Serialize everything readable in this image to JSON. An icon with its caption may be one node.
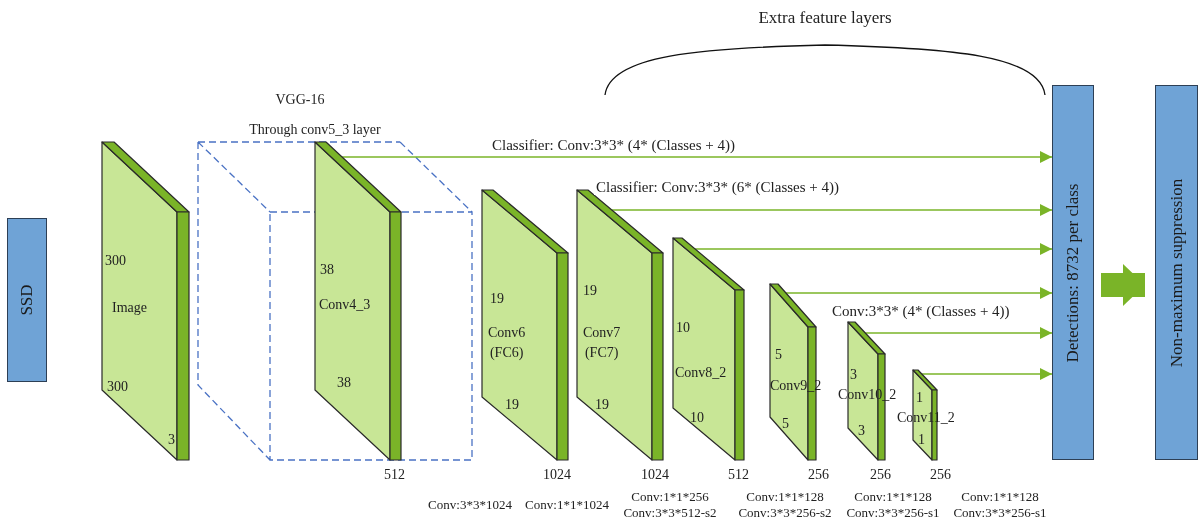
{
  "diagram": {
    "nodes": [
      {
        "text": [
          "SSD"
        ]
      },
      {
        "text": [
          "300",
          "Image",
          "300",
          "3"
        ]
      },
      {
        "text": [
          "38",
          "Conv4_3",
          "38"
        ],
        "beside": [
          "512"
        ]
      },
      {
        "text": [
          "19",
          "Conv6 (FC6)",
          "19"
        ],
        "beside": [
          "1024"
        ]
      },
      {
        "text": [
          "19",
          "Conv7 (FC7)",
          "19"
        ],
        "beside": [
          "1024"
        ]
      },
      {
        "text": [
          "10",
          "Conv8_2",
          "10"
        ],
        "beside": [
          "512"
        ]
      },
      {
        "text": [
          "5",
          "Conv9_2",
          "5"
        ],
        "beside": [
          "256"
        ]
      },
      {
        "text": [
          "3",
          "Conv10_2",
          "3"
        ],
        "beside": [
          "256"
        ]
      },
      {
        "text": [
          "1",
          "Conv11_2",
          "1"
        ],
        "beside": [
          "256"
        ]
      },
      {
        "text": [
          "Detections: 8732 per class"
        ]
      },
      {
        "text": [
          "Non-maximum suppression"
        ]
      }
    ],
    "edges": [
      {
        "from": 2,
        "to": 9,
        "arrow": "to",
        "label": "Classifier: Conv:3*3* (4* (Classes + 4))"
      },
      {
        "from": 4,
        "to": 9,
        "arrow": "to",
        "label": "Classifier: Conv:3*3* (6* (Classes + 4))"
      },
      {
        "from": 5,
        "to": 9,
        "arrow": "to"
      },
      {
        "from": 6,
        "to": 9,
        "arrow": "to"
      },
      {
        "from": 7,
        "to": 9,
        "arrow": "to",
        "label": "Conv:3*3* (4* (Classes + 4))"
      },
      {
        "from": 8,
        "to": 9,
        "arrow": "to"
      },
      {
        "from": 9,
        "to": 10,
        "arrow": "to",
        "style": "thick"
      }
    ],
    "labels": [
      "Extra feature layers",
      "VGG-16",
      "Through conv5_3 layer",
      "Conv:3*3*1024",
      "Conv:1*1*1024",
      "Conv:1*1*256 Conv:3*3*512-s2",
      "Conv:1*1*128 Conv:3*3*256-s2",
      "Conv:1*1*128 Conv:3*3*256-s1",
      "Conv:1*1*128 Conv:3*3*256-s1"
    ]
  }
}
